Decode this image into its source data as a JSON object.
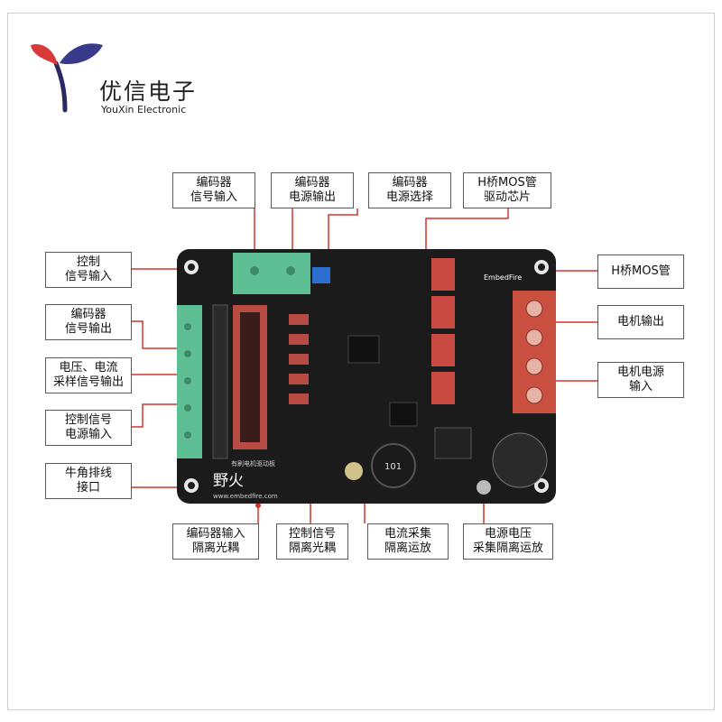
{
  "brand": {
    "name_cn": "优信电子",
    "name_en": "YouXin Electronic"
  },
  "board": {
    "silkscreen_brand": "EmbedFire",
    "logo_text": "野火",
    "website": "www.embedfire.com",
    "title_silk": "有刷电机驱动板",
    "inductor_marking": "101"
  },
  "labels": {
    "encoder_signal_in": "编码器\n信号输入",
    "encoder_power_out": "编码器\n电源输出",
    "encoder_power_select": "编码器\n电源选择",
    "hbridge_driver_chip": "H桥MOS管\n驱动芯片",
    "control_signal_in": "控制\n信号输入",
    "encoder_signal_out": "编码器\n信号输出",
    "vi_sample_out": "电压、电流\n采样信号输出",
    "control_signal_power_in": "控制信号\n电源输入",
    "ox_horn_header": "牛角排线\n接口",
    "hbridge_mos": "H桥MOS管",
    "motor_output": "电机输出",
    "motor_power_in": "电机电源\n输入",
    "encoder_in_isolation": "编码器输入\n隔离光耦",
    "control_signal_isolation": "控制信号\n隔离光耦",
    "current_sample_opamp": "电流采集\n隔离运放",
    "voltage_sample_opamp": "电源电压\n采集隔离运放"
  },
  "colors": {
    "connector_line": "#d6332c",
    "pcb": "#1b1b1b",
    "terminal_green": "#5fbf94",
    "screw_terminal_red": "#c9503f",
    "mos_red": "#c94a40"
  }
}
